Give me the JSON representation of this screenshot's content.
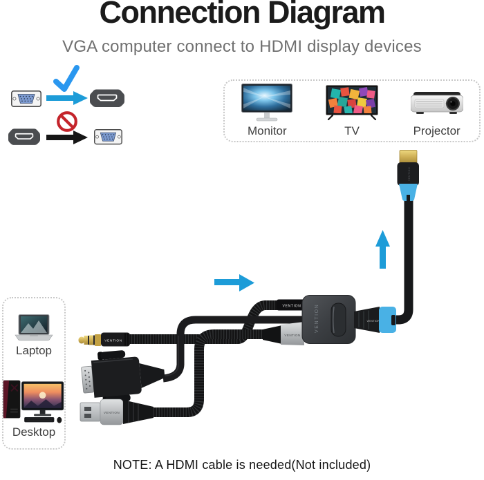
{
  "header": {
    "title": "Connection Diagram",
    "subtitle": "VGA computer connect to HDMI display devices"
  },
  "compatibility": {
    "rows": [
      {
        "source_icon": "vga-plug-icon",
        "arrow": "blue-arrow-right",
        "mark": "check-icon",
        "target_icon": "hdmi-plug-icon"
      },
      {
        "source_icon": "hdmi-plug-icon",
        "arrow": "black-arrow-right",
        "mark": "prohibited-icon",
        "target_icon": "vga-plug-icon"
      }
    ]
  },
  "displays": {
    "items": [
      {
        "icon": "monitor-icon",
        "label": "Monitor"
      },
      {
        "icon": "tv-icon",
        "label": "TV"
      },
      {
        "icon": "projector-icon",
        "label": "Projector"
      }
    ]
  },
  "sources": {
    "items": [
      {
        "icon": "laptop-icon",
        "label": "Laptop"
      },
      {
        "icon": "desktop-icon",
        "label": "Desktop"
      }
    ]
  },
  "product": {
    "brand": "VENTION",
    "parts": [
      "audio-jack-3-5mm",
      "vga-connector",
      "usb-a-connector",
      "hdmi-adapter",
      "hdmi-cable"
    ],
    "arrows": [
      "blue-arrow-right",
      "blue-arrow-up"
    ]
  },
  "note": {
    "text": "NOTE: A HDMI cable is needed(Not included)"
  },
  "colors": {
    "accent_blue": "#1d9cd8",
    "check_blue": "#2a97ef",
    "prohibited_red": "#c4242b",
    "hdmi_band_blue": "#49b1e5",
    "title_black": "#1b1b1b",
    "subtitle_gray": "#707070"
  }
}
